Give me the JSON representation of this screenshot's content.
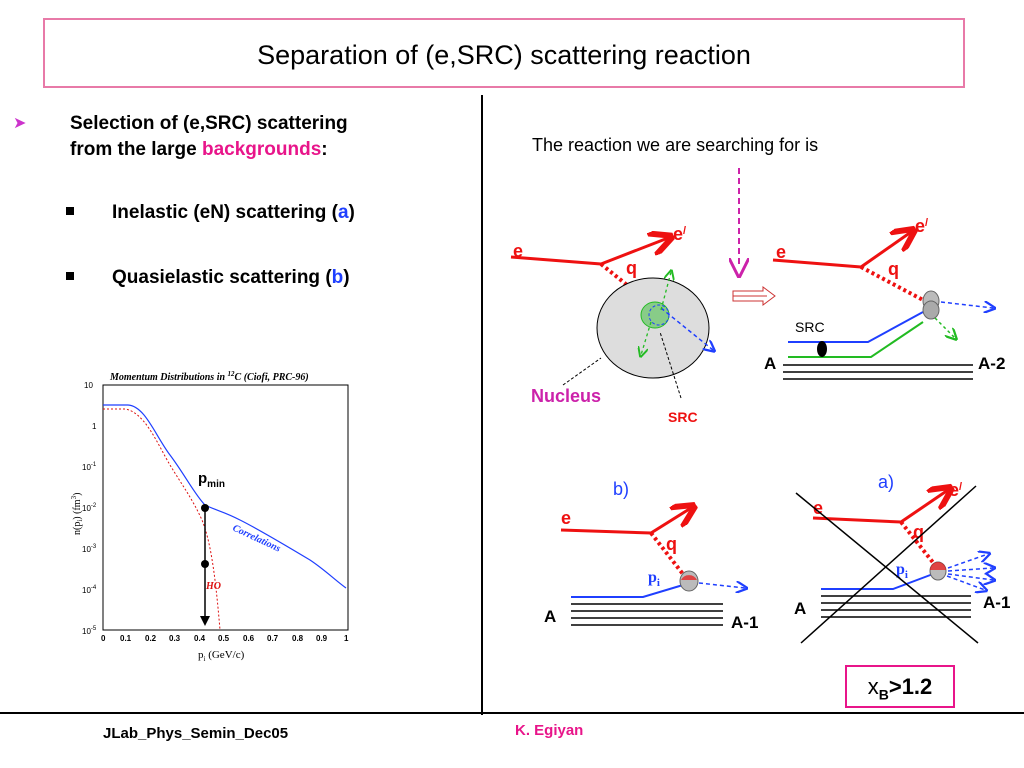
{
  "title": "Separation of (e,SRC) scattering  reaction",
  "left": {
    "selection_line1": "Selection of (e,SRC) scattering",
    "selection_line2_prefix": "from the large ",
    "selection_line2_highlight": "backgrounds",
    "selection_line2_suffix": ":",
    "item1_prefix": "Inelastic (eN) scattering (",
    "item1_letter": "a",
    "item1_suffix": ")",
    "item2_prefix": "Quasielastic scattering  (",
    "item2_letter": "b",
    "item2_suffix": ")"
  },
  "plot": {
    "title": "Momentum Distributions in ",
    "title_sup": "12",
    "title_rest": "C (Ciofi, PRC-96)",
    "xlabel": "p",
    "xlabel_sub": "i",
    "xlabel_unit": " (GeV/c)",
    "ylabel": "n(p",
    "ylabel_sub": "i",
    "ylabel_rest": ") (fm",
    "ylabel_sup": "3",
    "ylabel_end": ")",
    "label_correlations": "Correlations",
    "label_ho": "HO",
    "label_pmin": "p",
    "label_pmin_sub": "min",
    "x_ticks": [
      "0",
      "0.1",
      "0.2",
      "0.3",
      "0.4",
      "0.5",
      "0.6",
      "0.7",
      "0.8",
      "0.9",
      "1"
    ],
    "y_ticks": [
      "10",
      "1",
      "10",
      "10",
      "10",
      "10",
      "10"
    ],
    "y_tick_sups": [
      "",
      "",
      "-1",
      "-2",
      "-3",
      "-4",
      "-5"
    ]
  },
  "right": {
    "reaction_text": "The reaction we are searching for is",
    "top_left": {
      "e_in": "e",
      "e_out": "e",
      "e_out_prime": "/",
      "q": "q",
      "nucleus": "Nucleus",
      "src": "SRC"
    },
    "top_right": {
      "e_in": "e",
      "e_out": "e",
      "e_out_prime": "/",
      "q": "q",
      "src": "SRC",
      "a_in": "A",
      "a_out": "A-2"
    },
    "bottom_left": {
      "label": "b)",
      "e_in": "e",
      "q": "q",
      "pi": "p",
      "pi_sub": "i",
      "a_in": "A",
      "a_out": "A-1"
    },
    "bottom_right": {
      "label": "a)",
      "e_in": "e",
      "e_out": "e",
      "e_out_prime": "/",
      "q": "q",
      "pi": "p",
      "pi_sub": "i",
      "a_in": "A",
      "a_out": "A-1"
    },
    "xb_main": "x",
    "xb_sub": "B",
    "xb_rest": ">1.2"
  },
  "footer": {
    "left": "JLab_Phys_Semin_Dec05",
    "center": "K. Egiyan"
  },
  "colors": {
    "accent_pink": "#e8158a",
    "electron_red": "#ee1111",
    "blue_line": "#1f3fff",
    "green_line": "#22bb22"
  }
}
